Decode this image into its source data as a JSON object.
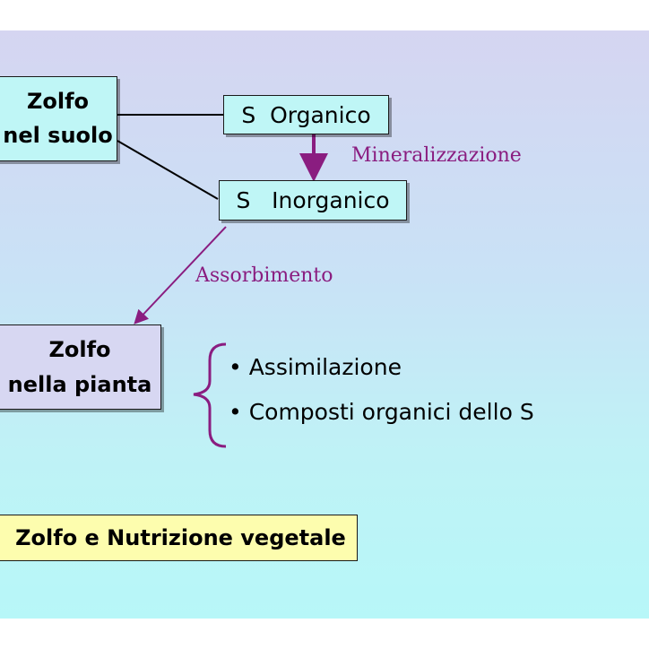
{
  "nodes": {
    "zolfo_suolo": "Zolfo\nnel suolo",
    "s_organico": "S  Organico",
    "s_inorganico": "S   Inorganico",
    "zolfo_pianta": "Zolfo\nnella pianta",
    "title": "Zolfo e Nutrizione vegetale"
  },
  "edge_labels": {
    "mineralizzazione": "Mineralizzazione",
    "assorbimento": "Assorbimento"
  },
  "bullets": [
    "• Assimilazione",
    "• Composti organici dello S"
  ],
  "colors": {
    "arrow": "#8a1d80",
    "box_cyan": "#bff6f6",
    "box_lavender": "#d7d7f2",
    "title_yellow": "#fdfdae"
  }
}
